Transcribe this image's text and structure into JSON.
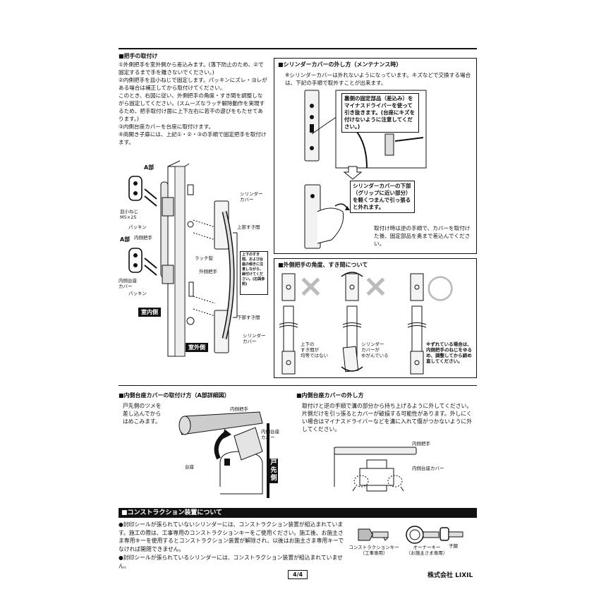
{
  "left_section": {
    "title": "■把手の取付け",
    "steps": "①外側把手を室外側から差込みます。(落下防止のため、②で固定するまで手を離さないでください。)\n②内側把手を皿小ねじで固定します。パッキンにズレ・ヨレがある場合は補正してから取付けてください。\nこのとき、右図に従い、外側把手の角度・すき間を調整しながら固定してください。(スムーズなラッチ解除動作を実現するため、把手取付け面に上下左右に若干の遊びをもたせてあります。)\n③内側台座カバーを台座に取付けます。\n④両開き子扉には、上記①・②・③の手順で固定把手を取付けます。",
    "labels": {
      "a_part_top": "A部",
      "a_part_bottom": "A部",
      "screw": "皿小ねじ\nM5×25",
      "packing_top": "パッキン",
      "inner_handle": "内側把手",
      "inner_base_cover": "内側台座\nカバー",
      "packing_bottom": "パッキン",
      "cylinder_cover_top": "シリンダー\nカバー",
      "upper_gap": "上部すき間",
      "latch": "ラッチ錠",
      "outer_handle": "外側把手",
      "lower_gap": "下部すき間",
      "cylinder_cover_bottom": "シリンダー\nカバー",
      "room_inside": "室内側",
      "room_outside": "室外側",
      "gap_note": "上下のすき間、および台座の傾きに注意しながら、締付けてください。(右図参照)"
    }
  },
  "cylinder_section": {
    "title": "■シリンダーカバーの外し方（メンテナンス時）",
    "intro": "※シリンダーカバーは外れないようになっています。キズなどで交換する場合は、下記の手順で取外すことが出来ます。",
    "note1": "裏側の固定部品（差込み）をマイナスドライバーを使って引き抜きます。(台座にキズを付けないように注意してください。)",
    "note2": "シリンダーカバーの下部（グリップに近い部分）を軽くつまんで引っ張ると外れます。",
    "reinstall": "取付け時は逆の手順で、カバーを取付けた後、固定部品を奥まで差込んでください。"
  },
  "angle_section": {
    "title": "■外側把手の角度、すき間について",
    "caption1": "上下の\nすき間が\n均等ではない",
    "caption2": "シリンダー\nカバーが\nゆがんでいる",
    "caption3": "※ずれている場合は、内側把手のねじをゆるめ、調整してから締め直してください。",
    "mark_x1": "×",
    "mark_x2": "×",
    "mark_o": "○"
  },
  "inner_cover_install": {
    "title": "■内側台座カバーの取付け方（A部詳細図）",
    "text": "戸先側のツメを\n差し込んでから\nはめこみます。",
    "label_handle": "内側把手",
    "label_cover": "内側台座\nカバー",
    "label_base": "台座",
    "label_door_edge": "戸先側"
  },
  "inner_cover_remove": {
    "title": "■内側台座カバーの外し方",
    "text": "取付けと逆の手順で溝の部分から持ち上げるように外してください。\n片側だけを引っ張るとカバーが破損する可能性があります。外しにくい場合はマイナスドライバーなどを溝に入れて傷がつかないように外してください。",
    "label_handle": "内側把手",
    "label_cover": "内側台座カバー"
  },
  "construction": {
    "title": "■コンストラクション装置について",
    "bullet1": "●封印シールが張られていないシリンダーには、コンストラクション装置が組込まれています。施工の際は、工事専用のコンストラクションキーをご使用ください。施工後、お施主さま専用キーを使用するとコンストラクション装置が解除され、以後はお施主さま専用キーでなければ開閉できません。",
    "bullet2": "●封印シールが張られているシリンダーには、コンストラクション装置が組込まれていません。",
    "key1": "コンストラクションキー\n（工事専用）",
    "key2": "オーナーキー\n（お施主さま専用）",
    "key3": "子鍵"
  },
  "footer": {
    "page": "4/4",
    "company": "株式会社 LIXIL"
  }
}
